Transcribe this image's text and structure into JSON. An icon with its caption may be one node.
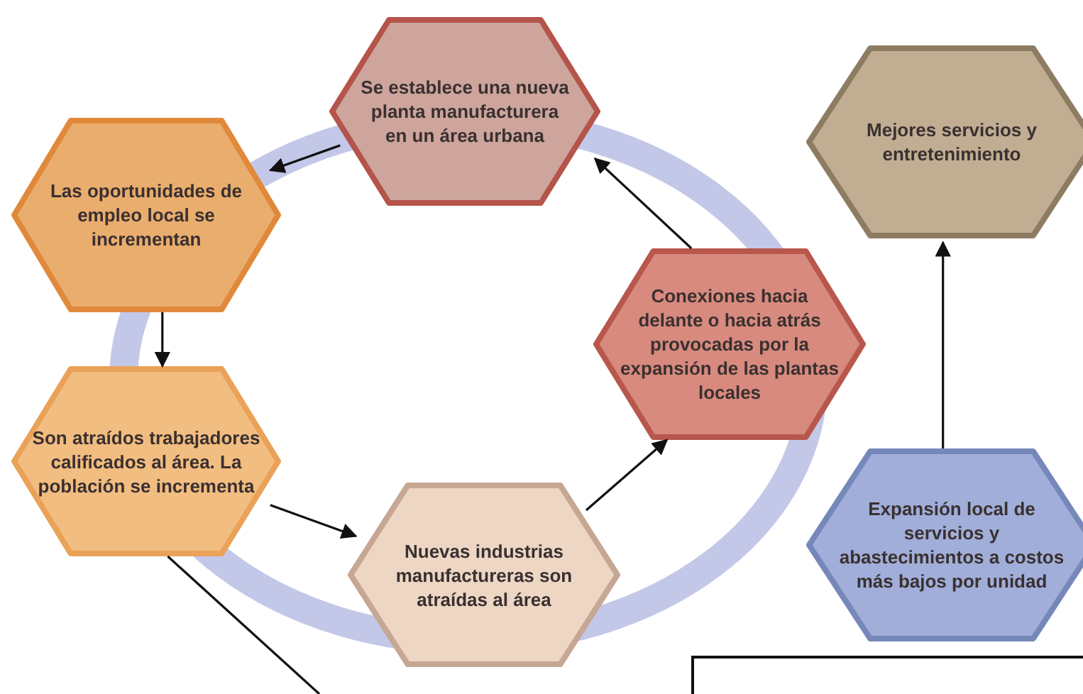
{
  "diagram": {
    "nodes": [
      {
        "text": [
          "Se establece una nueva planta manufacturera en un área urbana"
        ]
      },
      {
        "text": [
          "Las oportunidades de empleo local se incrementan"
        ]
      },
      {
        "text": [
          "Conexiones hacia delante o hacia atrás provocadas por la expansión de las plantas locales"
        ]
      },
      {
        "text": [
          "Son atraídos trabajadores calificados al área. La población se incrementa"
        ]
      },
      {
        "text": [
          "Nuevas industrias manufactureras son atraídas al área"
        ]
      },
      {
        "text": [
          "Mejores servicios y entretenimiento"
        ]
      },
      {
        "text": [
          "Expansión local de servicios y abastecimientos a costos más bajos por unidad"
        ]
      },
      {
        "text": [],
        "shape": "box"
      }
    ],
    "edges": [
      {
        "from": 0,
        "to": 1,
        "arrow": "to"
      },
      {
        "from": 1,
        "to": 3,
        "arrow": "to"
      },
      {
        "from": 3,
        "to": 4,
        "arrow": "to"
      },
      {
        "from": 4,
        "to": 2,
        "arrow": "to"
      },
      {
        "from": 2,
        "to": 0,
        "arrow": "to"
      },
      {
        "from": 6,
        "to": 5,
        "arrow": "to"
      },
      {
        "from": 3,
        "to": null,
        "arrow": "none"
      }
    ]
  }
}
